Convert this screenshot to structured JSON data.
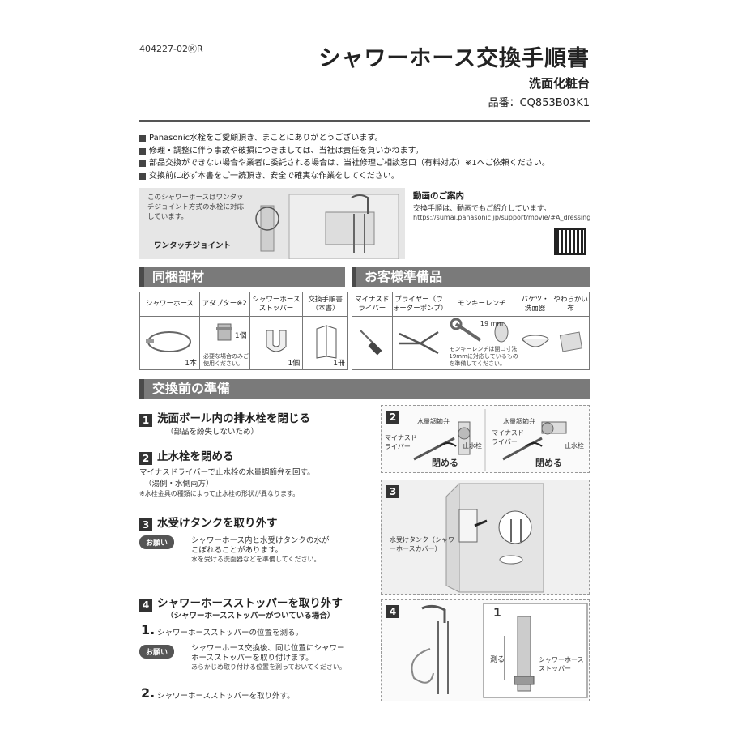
{
  "header": {
    "doc_id": "404227-02ⓀR",
    "title": "シャワーホース交換手順書",
    "subtitle": "洗面化粧台",
    "product_no": "品番：CQ853B03K1"
  },
  "notices": [
    "Panasonic水栓をご愛顧頂き、まことにありがとうございます。",
    "修理・調整に伴う事故や破損につきましては、当社は責任を負いかねます。",
    "部品交換ができない場合や業者に委託される場合は、当社修理ご相談窓口（有料対応）※1へご依頼ください。",
    "交換前に必ず本書をご一読頂き、安全で確実な作業をしてください。"
  ],
  "hero": {
    "text": "このシャワーホースはワンタッチジョイント方式の水栓に対応しています。",
    "label": "ワンタッチジョイント"
  },
  "video": {
    "title": "動画のご案内",
    "desc": "交換手順は、動画でもご紹介しています。",
    "url": "https://sumai.panasonic.jp/support/movie/#A_dressing"
  },
  "sections": {
    "included": "同梱部材",
    "prepare": "お客様準備品",
    "before": "交換前の準備"
  },
  "included_parts": [
    {
      "name": "シャワーホース",
      "qty": "1本",
      "note": ""
    },
    {
      "name": "アダプター※2",
      "qty": "1個",
      "note": "必要な場合のみご使用ください。"
    },
    {
      "name": "シャワーホースストッパー",
      "qty": "1個",
      "note": ""
    },
    {
      "name": "交換手順書（本書）",
      "qty": "1冊",
      "note": ""
    }
  ],
  "prepare_items": [
    {
      "name": "マイナスドライバー"
    },
    {
      "name": "プライヤー（ウォーターポンプ）"
    },
    {
      "name": "モンキーレンチ",
      "note": "モンキーレンチは開口寸法19mmに対応しているものを準備してください。",
      "size": "19 mm"
    },
    {
      "name": "バケツ・洗面器"
    },
    {
      "name": "やわらかい布"
    }
  ],
  "steps": {
    "s1_title": "洗面ボール内の排水栓を閉じる",
    "s1_sub": "（部品を紛失しないため）",
    "s2_title": "止水栓を閉める",
    "s2_desc1": "マイナスドライバーで止水栓の水量調節弁を回す。",
    "s2_desc2": "（湯側・水側両方）",
    "s2_note": "※水栓金具の種類によって止水栓の形状が異なります。",
    "s3_title": "水受けタンクを取り外す",
    "onegai": "お願い",
    "s3_req1": "シャワーホース内と水受けタンクの水が",
    "s3_req2": "こぼれることがあります。",
    "s3_req3": "水を受ける洗面器などを準備してください。",
    "s4_title": "シャワーホースストッパーを取り外す",
    "s4_sub": "（シャワーホースストッパーがついている場合）",
    "s4_1": "シャワーホースストッパーの位置を測る。",
    "s4_req1": "シャワーホース交換後、同じ位置にシャワー",
    "s4_req2": "ホースストッパーを取り付けます。",
    "s4_req3": "あらかじめ取り付ける位置を測っておいてください。",
    "s4_2": "シャワーホースストッパーを取り外す。",
    "n1": "1.",
    "n2": "2."
  },
  "figures": {
    "fig2_valve": "水量調節弁",
    "fig2_driver": "マイナスドライバー",
    "fig2_stop": "止水栓",
    "fig2_close": "閉める",
    "fig3_tank": "水受けタンク（シャワーホースカバー）",
    "fig4_measure": "測る",
    "fig4_stopper": "シャワーホースストッパー",
    "fig4_one": "1",
    "n2": "2",
    "n3": "3",
    "n4": "4"
  }
}
